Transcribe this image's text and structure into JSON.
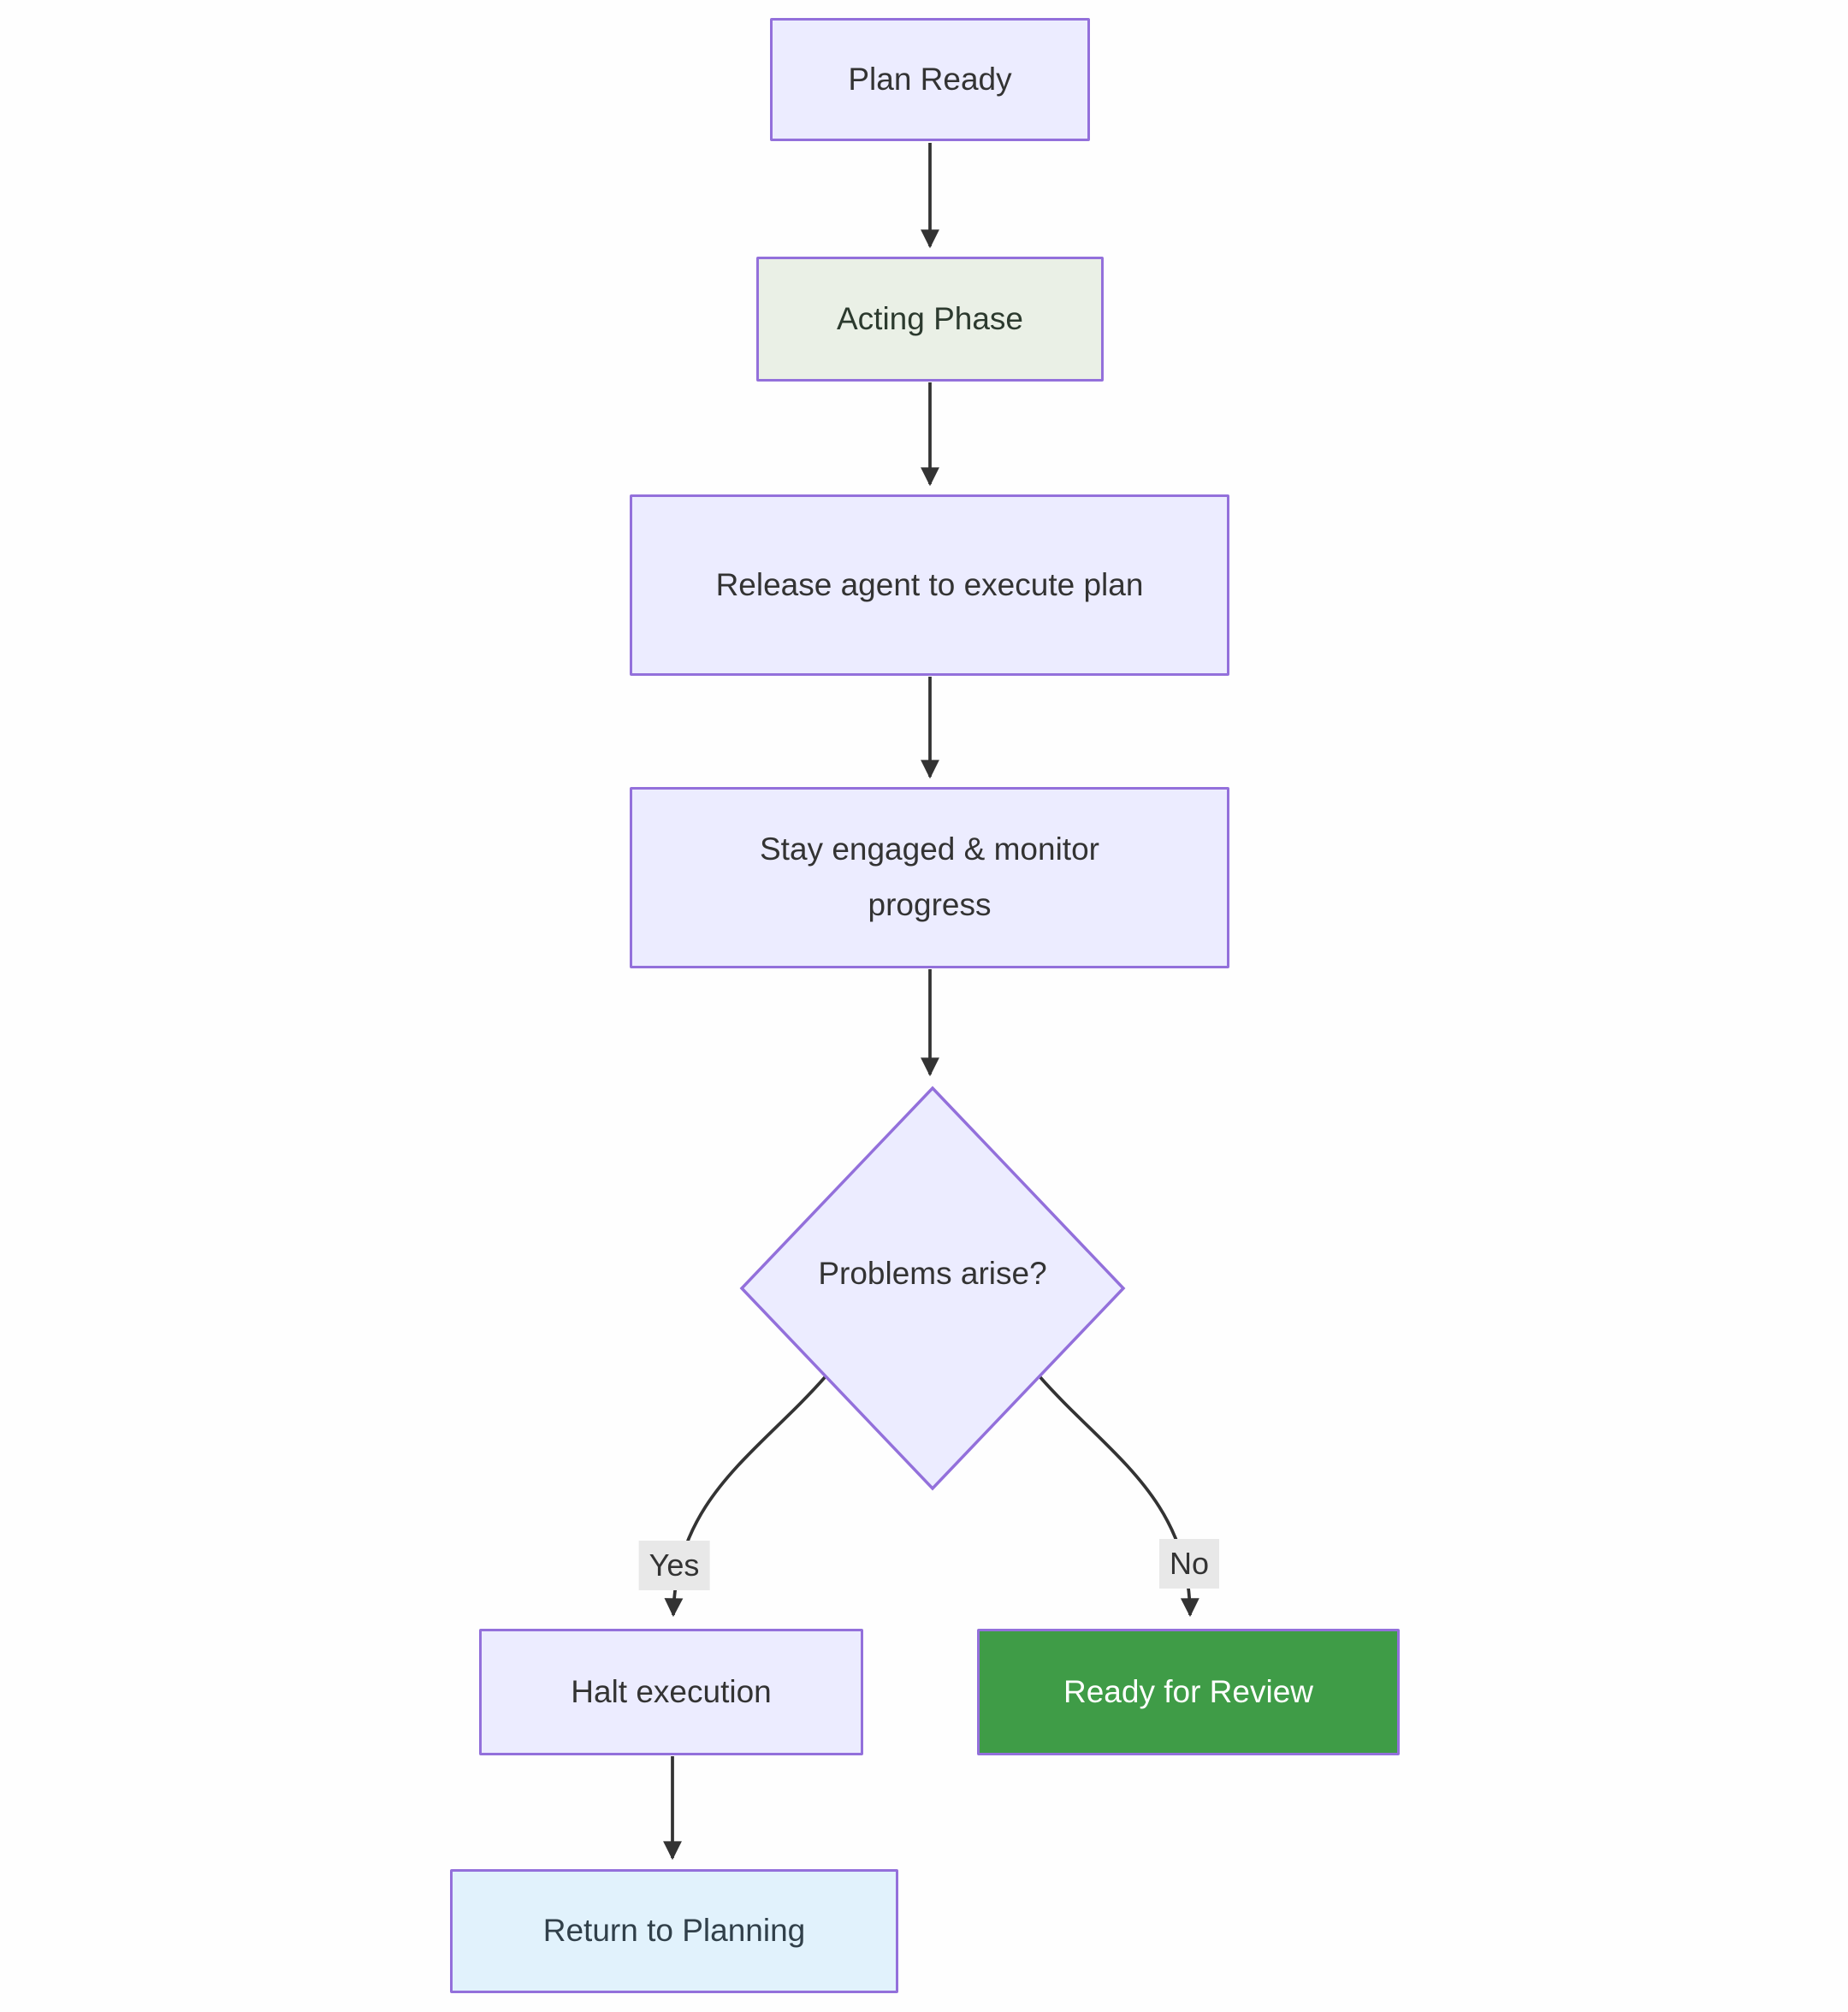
{
  "diagram_type": "flowchart",
  "nodes": {
    "plan_ready": {
      "label": "Plan Ready",
      "shape": "rect"
    },
    "acting_phase": {
      "label": "Acting Phase",
      "shape": "rect"
    },
    "release_agent": {
      "label": "Release agent to execute plan",
      "shape": "rect"
    },
    "stay_engaged": {
      "label": "Stay engaged & monitor progress",
      "shape": "rect"
    },
    "problems_arise": {
      "label": "Problems arise?",
      "shape": "diamond"
    },
    "halt_execution": {
      "label": "Halt execution",
      "shape": "rect"
    },
    "ready_for_review": {
      "label": "Ready for Review",
      "shape": "rect"
    },
    "return_to_planning": {
      "label": "Return to Planning",
      "shape": "rect"
    }
  },
  "edges": [
    {
      "from": "plan_ready",
      "to": "acting_phase",
      "label": ""
    },
    {
      "from": "acting_phase",
      "to": "release_agent",
      "label": ""
    },
    {
      "from": "release_agent",
      "to": "stay_engaged",
      "label": ""
    },
    {
      "from": "stay_engaged",
      "to": "problems_arise",
      "label": ""
    },
    {
      "from": "problems_arise",
      "to": "halt_execution",
      "label": "Yes"
    },
    {
      "from": "problems_arise",
      "to": "ready_for_review",
      "label": "No"
    },
    {
      "from": "halt_execution",
      "to": "return_to_planning",
      "label": ""
    }
  ],
  "colors": {
    "canvas_bg": "#fefefe",
    "node_fill": "#ececff",
    "node_border": "#9370db",
    "edge_color": "#333333",
    "text_color": "#333333",
    "acting_fill": "#eaf0e6",
    "acting_text": "#2c3a2e",
    "success_fill": "#3f9c47",
    "success_text": "#ffffff",
    "return_fill": "#e1f2fc",
    "return_text": "#31404a",
    "label_bg": "#e8e8e8"
  }
}
